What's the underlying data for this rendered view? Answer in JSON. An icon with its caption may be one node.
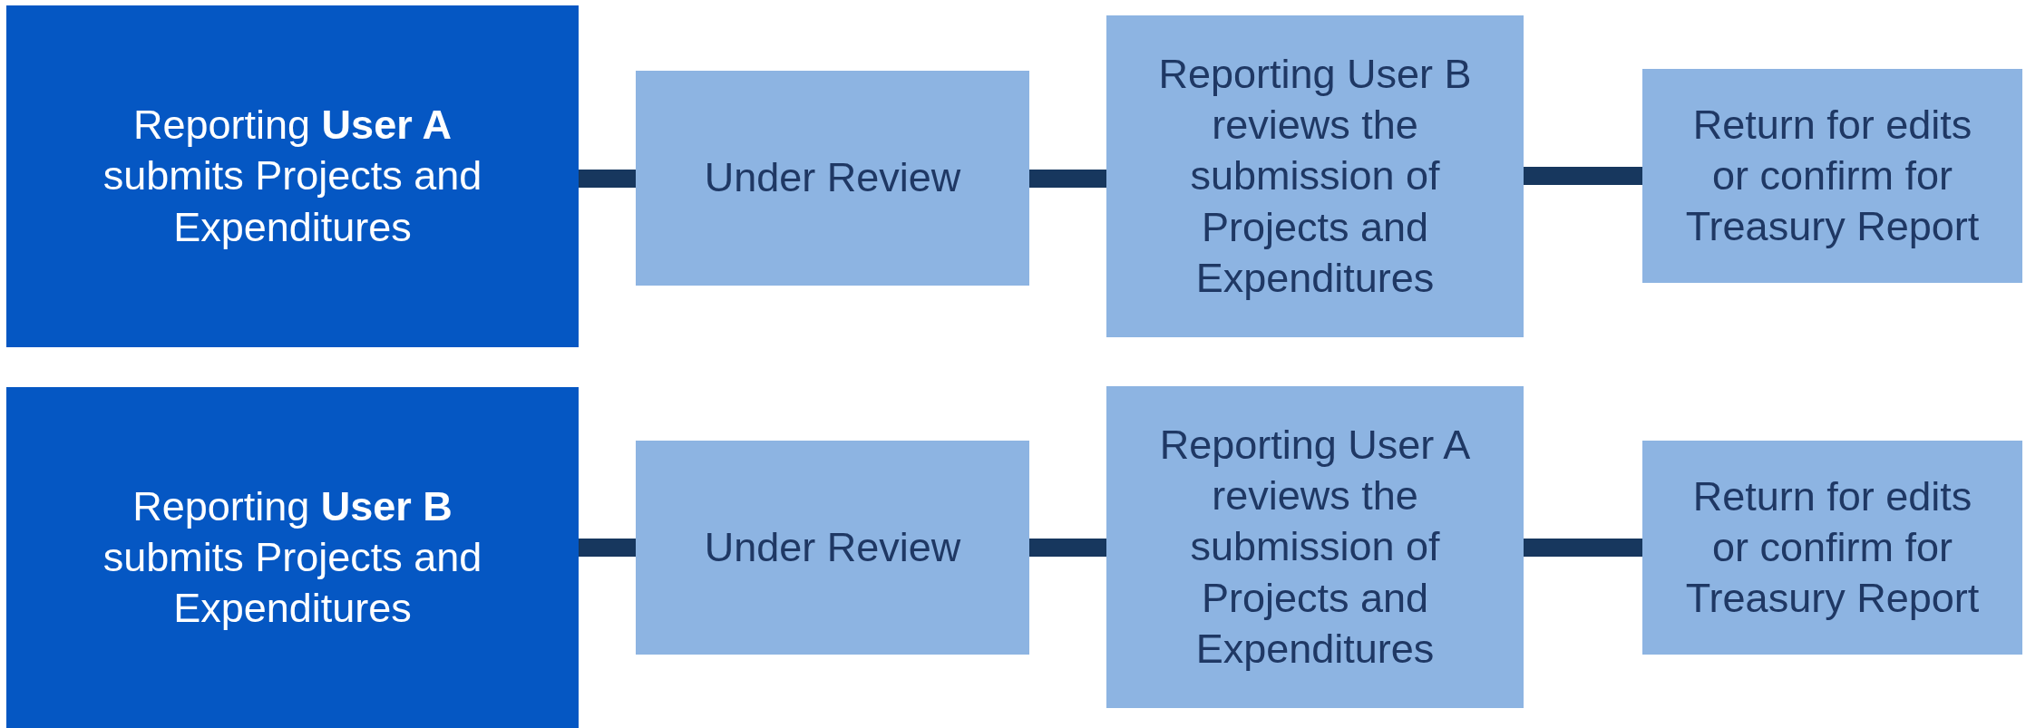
{
  "diagram": {
    "nodes": [
      {
        "text": [
          "Reporting **User A** submits Projects and Expenditures"
        ]
      },
      {
        "text": [
          "Under Review"
        ]
      },
      {
        "text": [
          "Reporting User B reviews the submission of Projects and Expenditures"
        ]
      },
      {
        "text": [
          "Return for edits or confirm for Treasury Report"
        ]
      },
      {
        "text": [
          "Reporting **User B** submits Projects and Expenditures"
        ]
      },
      {
        "text": [
          "Under Review"
        ]
      },
      {
        "text": [
          "Reporting User A reviews the submission of Projects and Expenditures"
        ]
      },
      {
        "text": [
          "Return for edits or confirm for Treasury Report"
        ]
      }
    ],
    "edges": [
      {
        "from": 0,
        "to": 1,
        "arrow": "none"
      },
      {
        "from": 1,
        "to": 2,
        "arrow": "none"
      },
      {
        "from": 2,
        "to": 3,
        "arrow": "none"
      },
      {
        "from": 4,
        "to": 5,
        "arrow": "none"
      },
      {
        "from": 5,
        "to": 6,
        "arrow": "none"
      },
      {
        "from": 6,
        "to": 7,
        "arrow": "none"
      }
    ]
  }
}
